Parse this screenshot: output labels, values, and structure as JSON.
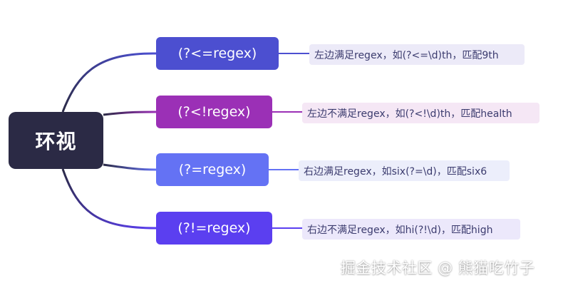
{
  "mindmap": {
    "root": {
      "label": "环视",
      "color": "#2b2a45"
    },
    "branches": [
      {
        "label": "(?<=regex)",
        "desc": "左边满足regex，如(?<=\\d)th，匹配9th",
        "color": "#4c4fd0"
      },
      {
        "label": "(?<!regex)",
        "desc": "左边不满足regex，如(?<!\\d)th，匹配health",
        "color": "#9b30b6"
      },
      {
        "label": "(?=regex)",
        "desc": "右边满足regex，如six(?=\\d)，匹配six6",
        "color": "#6472f4"
      },
      {
        "label": "(?!=regex)",
        "desc": "右边不满足regex，如hi(?!\\d)，匹配high",
        "color": "#5b3ff0"
      }
    ]
  },
  "watermark": "掘金技术社区 @ 熊猫吃竹子"
}
